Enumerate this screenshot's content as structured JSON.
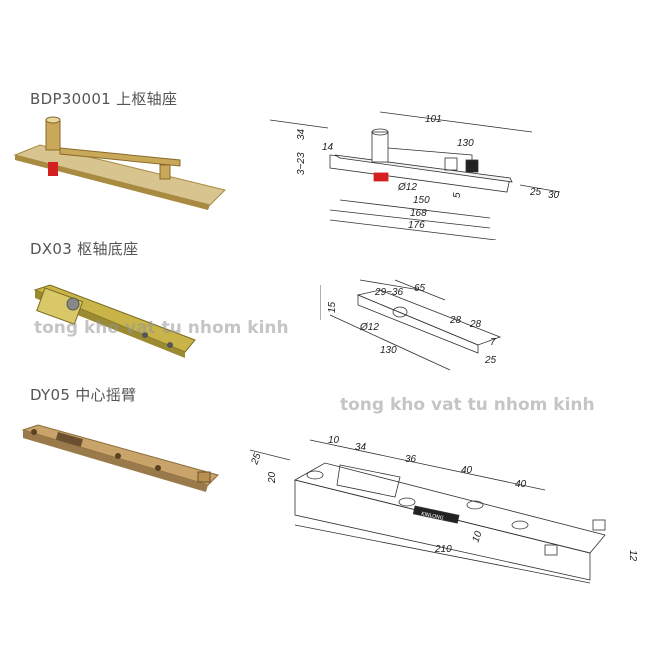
{
  "products": [
    {
      "title": "BDP30001 上枢轴座",
      "dims": {
        "d101": "101",
        "d130": "130",
        "d34": "34",
        "d14": "14",
        "d323": "3~23",
        "d12": "Ø12",
        "d150": "150",
        "d168": "168",
        "d176": "176",
        "d5": "5",
        "d25": "25",
        "d30": "30"
      }
    },
    {
      "title": "DX03 枢轴底座",
      "dims": {
        "d2936": "29~36",
        "d65": "65",
        "d15": "15",
        "d28a": "28",
        "d28b": "28",
        "d12": "Ø12",
        "d130": "130",
        "d7": "7",
        "d25": "25"
      }
    },
    {
      "title": "DY05 中心摇臂",
      "dims": {
        "d10a": "10",
        "d34": "34",
        "d36": "36",
        "d40a": "40",
        "d40b": "40",
        "d25": "25",
        "d20": "20",
        "d10b": "10",
        "d210": "210",
        "d12": "12",
        "brand": "KINLONG"
      }
    }
  ],
  "watermark": "tong kho vat tu nhom kinh",
  "colors": {
    "brass": "#c9a85a",
    "red": "#d42020",
    "line": "#333333"
  }
}
